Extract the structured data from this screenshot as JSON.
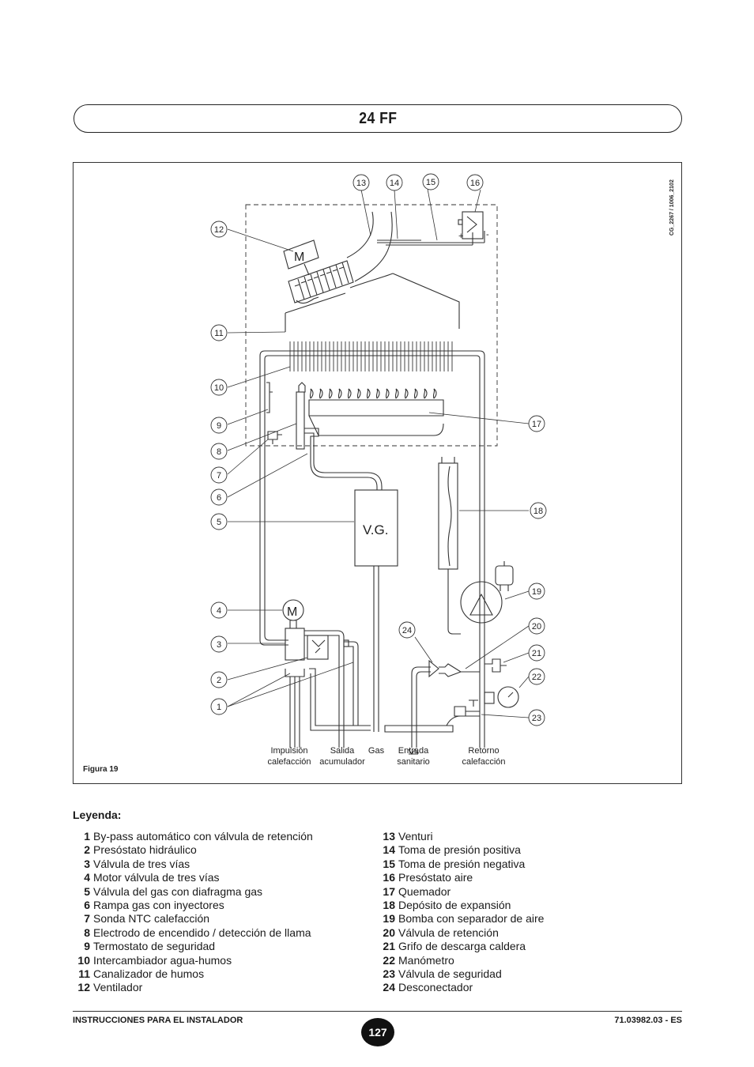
{
  "page_title": "24 FF",
  "figure": {
    "caption": "Figura 19",
    "code": "CG_2267 / 1006_2102",
    "component_labels": {
      "motor": "M",
      "gas_valve": "V.G.",
      "plus": "+",
      "minus": "-"
    },
    "callouts": [
      "1",
      "2",
      "3",
      "4",
      "5",
      "6",
      "7",
      "8",
      "9",
      "10",
      "11",
      "12",
      "13",
      "14",
      "15",
      "16",
      "17",
      "18",
      "19",
      "20",
      "21",
      "22",
      "23",
      "24"
    ],
    "connections": [
      {
        "line1": "Impulsión",
        "line2": "calefacción"
      },
      {
        "line1": "Salida",
        "line2": "acumulador"
      },
      {
        "line1": "Gas",
        "line2": ""
      },
      {
        "line1": "Entrada",
        "line2": "sanitario"
      },
      {
        "line1": "Retorno",
        "line2": "calefacción"
      }
    ]
  },
  "legend": {
    "title": "Leyenda:",
    "left": [
      {
        "num": "1",
        "text": "By-pass automático con válvula de retención"
      },
      {
        "num": "2",
        "text": "Presóstato hidráulico"
      },
      {
        "num": "3",
        "text": "Válvula de tres vías"
      },
      {
        "num": "4",
        "text": "Motor válvula de tres vías"
      },
      {
        "num": "5",
        "text": "Válvula del gas con diafragma gas"
      },
      {
        "num": "6",
        "text": "Rampa gas con inyectores"
      },
      {
        "num": "7",
        "text": "Sonda NTC calefacción"
      },
      {
        "num": "8",
        "text": "Electrodo de encendido / detección de llama"
      },
      {
        "num": "9",
        "text": "Termostato de seguridad"
      },
      {
        "num": "10",
        "text": "Intercambiador agua-humos"
      },
      {
        "num": "11",
        "text": "Canalizador de humos"
      },
      {
        "num": "12",
        "text": "Ventilador"
      }
    ],
    "right": [
      {
        "num": "13",
        "text": "Venturi"
      },
      {
        "num": "14",
        "text": "Toma de presión positiva"
      },
      {
        "num": "15",
        "text": "Toma de presión negativa"
      },
      {
        "num": "16",
        "text": "Presóstato aire"
      },
      {
        "num": "17",
        "text": "Quemador"
      },
      {
        "num": "18",
        "text": "Depósito de expansión"
      },
      {
        "num": "19",
        "text": "Bomba con separador de aire"
      },
      {
        "num": "20",
        "text": "Válvula de retención"
      },
      {
        "num": "21",
        "text": "Grifo de descarga caldera"
      },
      {
        "num": "22",
        "text": "Manómetro"
      },
      {
        "num": "23",
        "text": "Válvula de seguridad"
      },
      {
        "num": "24",
        "text": "Desconectador"
      }
    ]
  },
  "footer": {
    "left": "INSTRUCCIONES PARA EL INSTALADOR",
    "page": "127",
    "right": "71.03982.03 - ES"
  }
}
